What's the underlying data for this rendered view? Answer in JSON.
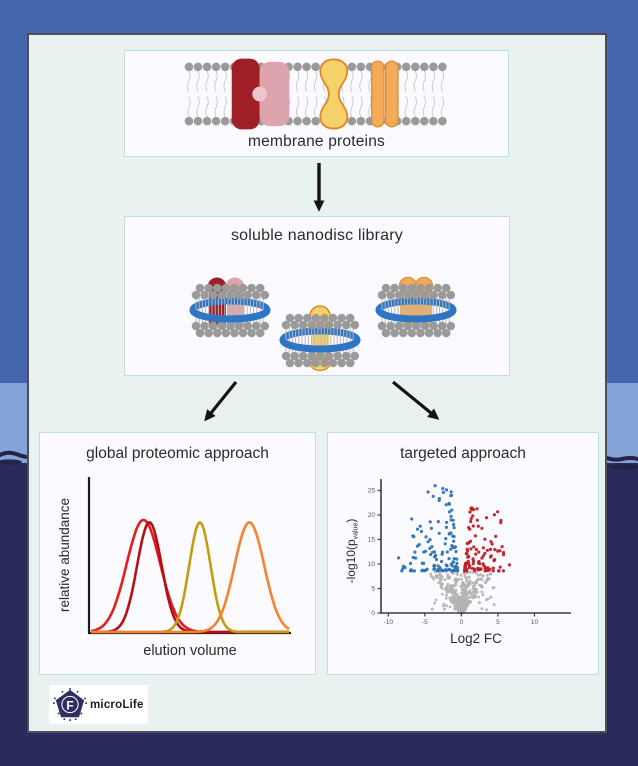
{
  "figure": {
    "boxes": {
      "membrane": {
        "label": "membrane proteins"
      },
      "nanodisc": {
        "label": "soluble nanodisc library"
      },
      "global": {
        "label": "global proteomic approach"
      },
      "targeted": {
        "label": "targeted approach"
      }
    },
    "logo": {
      "text": "microLife",
      "letter": "F"
    }
  },
  "colors": {
    "background_sky": "#4565ad",
    "background_band": "#84a3d6",
    "background_sea": "#2b2b5b",
    "panel_bg": "#e9f2f1",
    "box_bg": "#fbfaff",
    "box_border": "#bcdfd9",
    "protein_dark_red": "#9e1f26",
    "protein_pink": "#dda4ad",
    "protein_notch": "#ecc6cb",
    "protein_yellow": "#f5d269",
    "protein_yellow_stroke": "#e0862b",
    "protein_orange": "#f3ab58",
    "protein_orange_stroke": "#e08a33",
    "lipid_head": "#9a9a9a",
    "lipid_tail": "#c2c2c2",
    "nanodisc_belt": "#2f75c5",
    "arrow": "#141414"
  },
  "chart_data": [
    {
      "id": "elution-profile",
      "type": "line",
      "panel": "global proteomic approach",
      "xlabel": "elution volume",
      "ylabel": "relative abundance",
      "axes_style": "schematic, no ticks or numbers",
      "x_domain_normalized": [
        0,
        1
      ],
      "y_domain_normalized": [
        0,
        1
      ],
      "series": [
        {
          "name": "early eluting peak (bright red, broad)",
          "color": "#e21d1d",
          "peak_center": 0.265,
          "peak_sigma": 0.085,
          "peak_height": 0.95
        },
        {
          "name": "early eluting peak (dark red, narrow)",
          "color": "#b31117",
          "peak_center": 0.295,
          "peak_sigma": 0.062,
          "peak_height": 0.93
        },
        {
          "name": "mid eluting peak (dark yellow)",
          "color": "#c59c10",
          "peak_center": 0.55,
          "peak_sigma": 0.054,
          "peak_height": 0.93
        },
        {
          "name": "late eluting peak (orange)",
          "color": "#f5822e",
          "peak_center": 0.8,
          "peak_sigma": 0.075,
          "peak_height": 0.93
        }
      ]
    },
    {
      "id": "volcano-plot",
      "type": "scatter",
      "panel": "targeted approach",
      "xlabel": "Log2 FC",
      "ylabel_main": "-log10(p",
      "ylabel_sub": "value",
      "ylabel_end": ")",
      "x_ticks": [
        -10,
        -5,
        0,
        5,
        10
      ],
      "y_ticks": [
        0,
        5,
        10,
        15,
        20,
        25
      ],
      "xlim": [
        -11,
        15
      ],
      "ylim": [
        0,
        27
      ],
      "significance_threshold_y": 8.5,
      "seed": 20,
      "clusters": [
        {
          "name": "non-significant",
          "color": "#b3b3b3",
          "count": 420,
          "x_range": [
            -4.6,
            4.6
          ],
          "y_range": [
            0,
            8.4
          ],
          "shape": "funnel"
        },
        {
          "name": "depleted (significant)",
          "color": "#2e74b5",
          "count": 135,
          "x_range": [
            -10.3,
            -0.5
          ],
          "y_range": [
            8.6,
            26
          ],
          "shape": "wedge-left"
        },
        {
          "name": "enriched (significant)",
          "color": "#bf2026",
          "count": 112,
          "x_range": [
            0.45,
            7.2
          ],
          "y_range": [
            8.6,
            21.5
          ],
          "shape": "wedge-right"
        }
      ]
    }
  ]
}
